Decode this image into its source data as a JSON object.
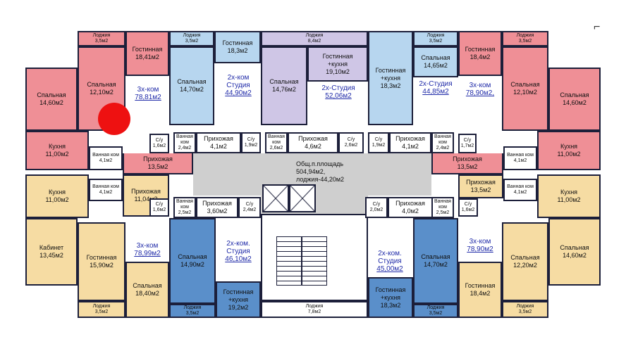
{
  "apartments": [
    {
      "id": "a1",
      "type": "3х-ком",
      "area": "78,81м2"
    },
    {
      "id": "a2",
      "type": "2х-ком\nСтудия",
      "area": "44,90м2"
    },
    {
      "id": "a3",
      "type": "2х-Студия",
      "area": "52,06м2"
    },
    {
      "id": "a4",
      "type": "2х-Студия",
      "area": "44,85м2"
    },
    {
      "id": "a5",
      "type": "3х-ком",
      "area": "78,90м2,"
    },
    {
      "id": "a6",
      "type": "3х-ком",
      "area": "78,99м2"
    },
    {
      "id": "a7",
      "type": "2х-ком.\nСтудия",
      "area": "46,10м2"
    },
    {
      "id": "a8",
      "type": "2х-ком.\nСтудия",
      "area": "45,00м2"
    },
    {
      "id": "a9",
      "type": "3х-ком",
      "area": "78,90м2"
    }
  ],
  "rooms": [
    {
      "id": "r1",
      "name": "Лоджия",
      "area": "3,5м2"
    },
    {
      "id": "r2",
      "name": "Гостинная",
      "area": "18,41м2"
    },
    {
      "id": "r3",
      "name": "Спальная",
      "area": "12,10м2"
    },
    {
      "id": "r4",
      "name": "Спальная",
      "area": "14,60м2"
    },
    {
      "id": "r5",
      "name": "Кухня",
      "area": "11,00м2"
    },
    {
      "id": "r6",
      "name": "Ванная ком",
      "area": "4,1м2"
    },
    {
      "id": "r7",
      "name": "С/у",
      "area": "1,6м2"
    },
    {
      "id": "r8",
      "name": "Прихожая",
      "area": "13,5м2"
    },
    {
      "id": "r9",
      "name": "Лоджия",
      "area": "3,5м2"
    },
    {
      "id": "r10",
      "name": "Гостинная",
      "area": "18,3м2"
    },
    {
      "id": "r11",
      "name": "Спальная",
      "area": "14,70м2"
    },
    {
      "id": "r12",
      "name": "Ванная ком",
      "area": "2,4м2"
    },
    {
      "id": "r13",
      "name": "Прихожая",
      "area": "4,1м2"
    },
    {
      "id": "r14",
      "name": "С/у",
      "area": "1,9м2"
    },
    {
      "id": "r15",
      "name": "Лоджия",
      "area": "8,4м2"
    },
    {
      "id": "r16",
      "name": "Гостинная\n+кухня",
      "area": "19,10м2"
    },
    {
      "id": "r17",
      "name": "Спальная",
      "area": "14,76м2"
    },
    {
      "id": "r18",
      "name": "Ванная ком",
      "area": "2,6м2"
    },
    {
      "id": "r19",
      "name": "Прихожая",
      "area": "4,6м2"
    },
    {
      "id": "r20",
      "name": "С/у",
      "area": "2,6м2"
    },
    {
      "id": "r21",
      "name": "Лоджия",
      "area": "3,5м2"
    },
    {
      "id": "r22",
      "name": "Гостинная\n+кухня",
      "area": "18,3м2"
    },
    {
      "id": "r23",
      "name": "Спальная",
      "area": "14,65м2"
    },
    {
      "id": "r24",
      "name": "С/у",
      "area": "1,9м2"
    },
    {
      "id": "r25",
      "name": "Прихожая",
      "area": "4,1м2"
    },
    {
      "id": "r26",
      "name": "Ванная ком",
      "area": "2,4м2"
    },
    {
      "id": "r27",
      "name": "Лоджия",
      "area": "3,5м2"
    },
    {
      "id": "r28",
      "name": "Гостинная",
      "area": "18,4м2"
    },
    {
      "id": "r29",
      "name": "Спальная",
      "area": "12,10м2"
    },
    {
      "id": "r30",
      "name": "Спальная",
      "area": "14,60м2"
    },
    {
      "id": "r31",
      "name": "С/у",
      "area": "1,7м2"
    },
    {
      "id": "r32",
      "name": "Кухня",
      "area": "11,00м2"
    },
    {
      "id": "r33",
      "name": "Ванная ком",
      "area": "4,1м2"
    },
    {
      "id": "r34",
      "name": "Прихожая",
      "area": "13,5м2"
    },
    {
      "id": "r35",
      "name": "Ванная ком",
      "area": "4,1м2"
    },
    {
      "id": "r36",
      "name": "Прихожая",
      "area": "11,04м2"
    },
    {
      "id": "r37",
      "name": "Кухня",
      "area": "11,00м2"
    },
    {
      "id": "r38",
      "name": "С/у",
      "area": "1,6м2"
    },
    {
      "id": "r39",
      "name": "Ванная ком",
      "area": "2,5м2"
    },
    {
      "id": "r40",
      "name": "Прихожая",
      "area": "3,60м2"
    },
    {
      "id": "r41",
      "name": "С/у",
      "area": "2,4м2"
    },
    {
      "id": "r42",
      "name": "Кабинет",
      "area": "13,45м2"
    },
    {
      "id": "r43",
      "name": "Гостинная",
      "area": "15,90м2"
    },
    {
      "id": "r44",
      "name": "Спальная",
      "area": "18,40м2"
    },
    {
      "id": "r45",
      "name": "Лоджия",
      "area": "3,5м2"
    },
    {
      "id": "r46",
      "name": "Спальная",
      "area": "14,90м2"
    },
    {
      "id": "r47",
      "name": "Гостинная\n+кухня",
      "area": "19,2м2"
    },
    {
      "id": "r48",
      "name": "Лоджия",
      "area": "3,5м2"
    },
    {
      "id": "r49",
      "name": "Лоджия",
      "area": "7,8м2"
    },
    {
      "id": "r50",
      "name": "С/у",
      "area": "2,0м2"
    },
    {
      "id": "r51",
      "name": "Прихожая",
      "area": "4,0м2"
    },
    {
      "id": "r52",
      "name": "Ванная ком",
      "area": "2,5м2"
    },
    {
      "id": "r53",
      "name": "Спальная",
      "area": "14,70м2"
    },
    {
      "id": "r54",
      "name": "Гостинная\n+кухня",
      "area": "18,3м2"
    },
    {
      "id": "r55",
      "name": "Лоджия",
      "area": "3,5м2"
    },
    {
      "id": "r56",
      "name": "С/у",
      "area": "1,6м2"
    },
    {
      "id": "r57",
      "name": "Прихожая",
      "area": "13,5м2"
    },
    {
      "id": "r58",
      "name": "Ванная ком",
      "area": "4,1м2"
    },
    {
      "id": "r59",
      "name": "Кухня",
      "area": "11,00м2"
    },
    {
      "id": "r60",
      "name": "Спальная",
      "area": "12,20м2"
    },
    {
      "id": "r61",
      "name": "Спальная",
      "area": "14,60м2"
    },
    {
      "id": "r62",
      "name": "Гостинная",
      "area": "18,4м2"
    },
    {
      "id": "r63",
      "name": "Лоджия",
      "area": "3,5м2"
    }
  ],
  "common": {
    "line1": "Общ.п.площадь",
    "line2": "504,94м2,",
    "line3": "лоджия-44,20м2"
  },
  "colors": {
    "pink": "#ef8f96",
    "blue": "#b7d6ef",
    "blue_dark": "#5a8fca",
    "lavender": "#cfc6e6",
    "yellow": "#f6dca3",
    "grey": "#cfcfcf",
    "marker": "#ee1111",
    "wall": "#1c1f3a"
  }
}
